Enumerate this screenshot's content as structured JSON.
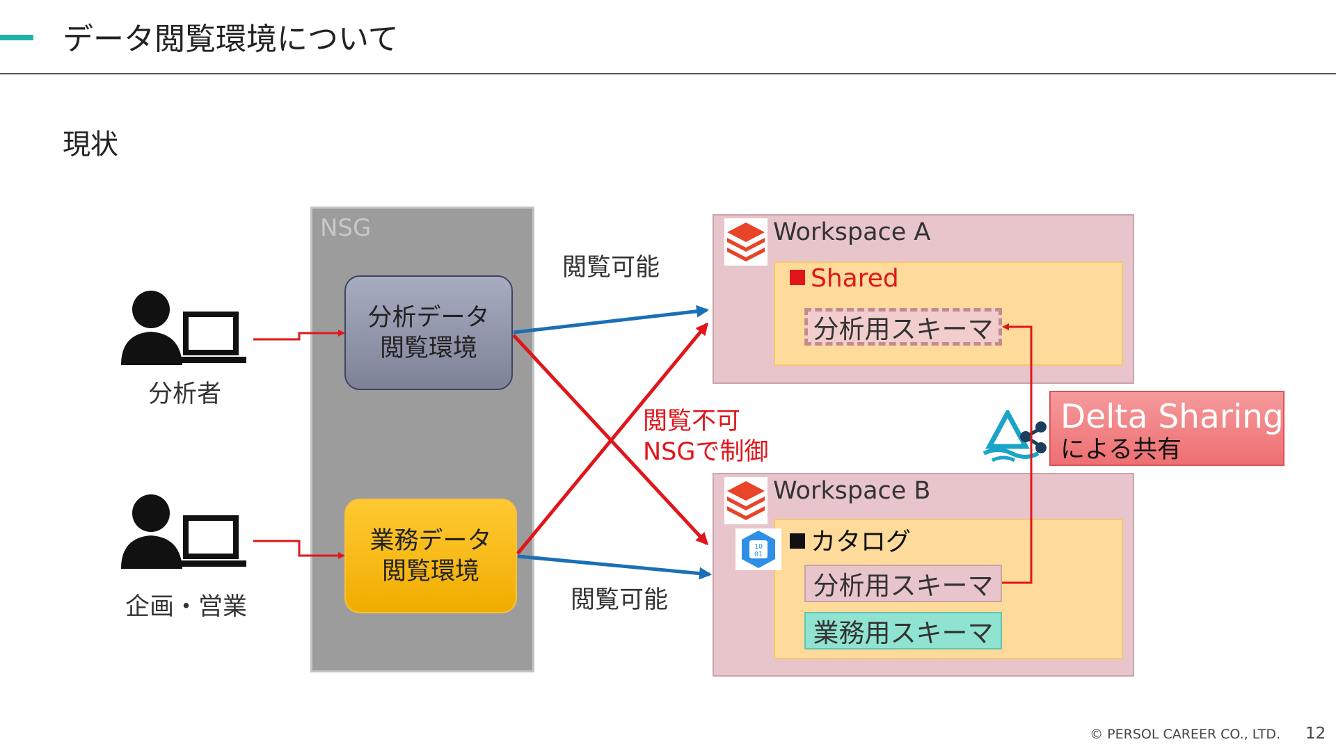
{
  "header": {
    "title": "データ閲覧環境について"
  },
  "section": {
    "subtitle": "現状"
  },
  "nsg": {
    "label": "NSG"
  },
  "environments": {
    "analysis": {
      "line1": "分析データ",
      "line2": "閲覧環境"
    },
    "business": {
      "line1": "業務データ",
      "line2": "閲覧環境"
    }
  },
  "users": {
    "analyst": {
      "label": "分析者"
    },
    "planning": {
      "label": "企画・営業"
    }
  },
  "edges": {
    "allowed_top": "閲覧可能",
    "allowed_bottom": "閲覧可能",
    "denied_line1": "閲覧不可",
    "denied_line2": "NSGで制御"
  },
  "workspace_a": {
    "title": "Workspace A",
    "section": "Shared",
    "schema": "分析用スキーマ"
  },
  "workspace_b": {
    "title": "Workspace B",
    "section": "カタログ",
    "schema1": "分析用スキーマ",
    "schema2": "業務用スキーマ"
  },
  "delta_sharing": {
    "name": "Delta Sharing",
    "sub": "による共有"
  },
  "icons": [
    "person-laptop-icon",
    "databricks-icon",
    "catalog-binary-icon",
    "delta-sharing-icon"
  ],
  "colors": {
    "accent": "#1fb3a8",
    "allowed_arrow": "#1a6fb5",
    "denied_arrow": "#e0161b"
  },
  "footer": {
    "copyright": "© PERSOL CAREER CO., LTD.",
    "page": "12"
  }
}
